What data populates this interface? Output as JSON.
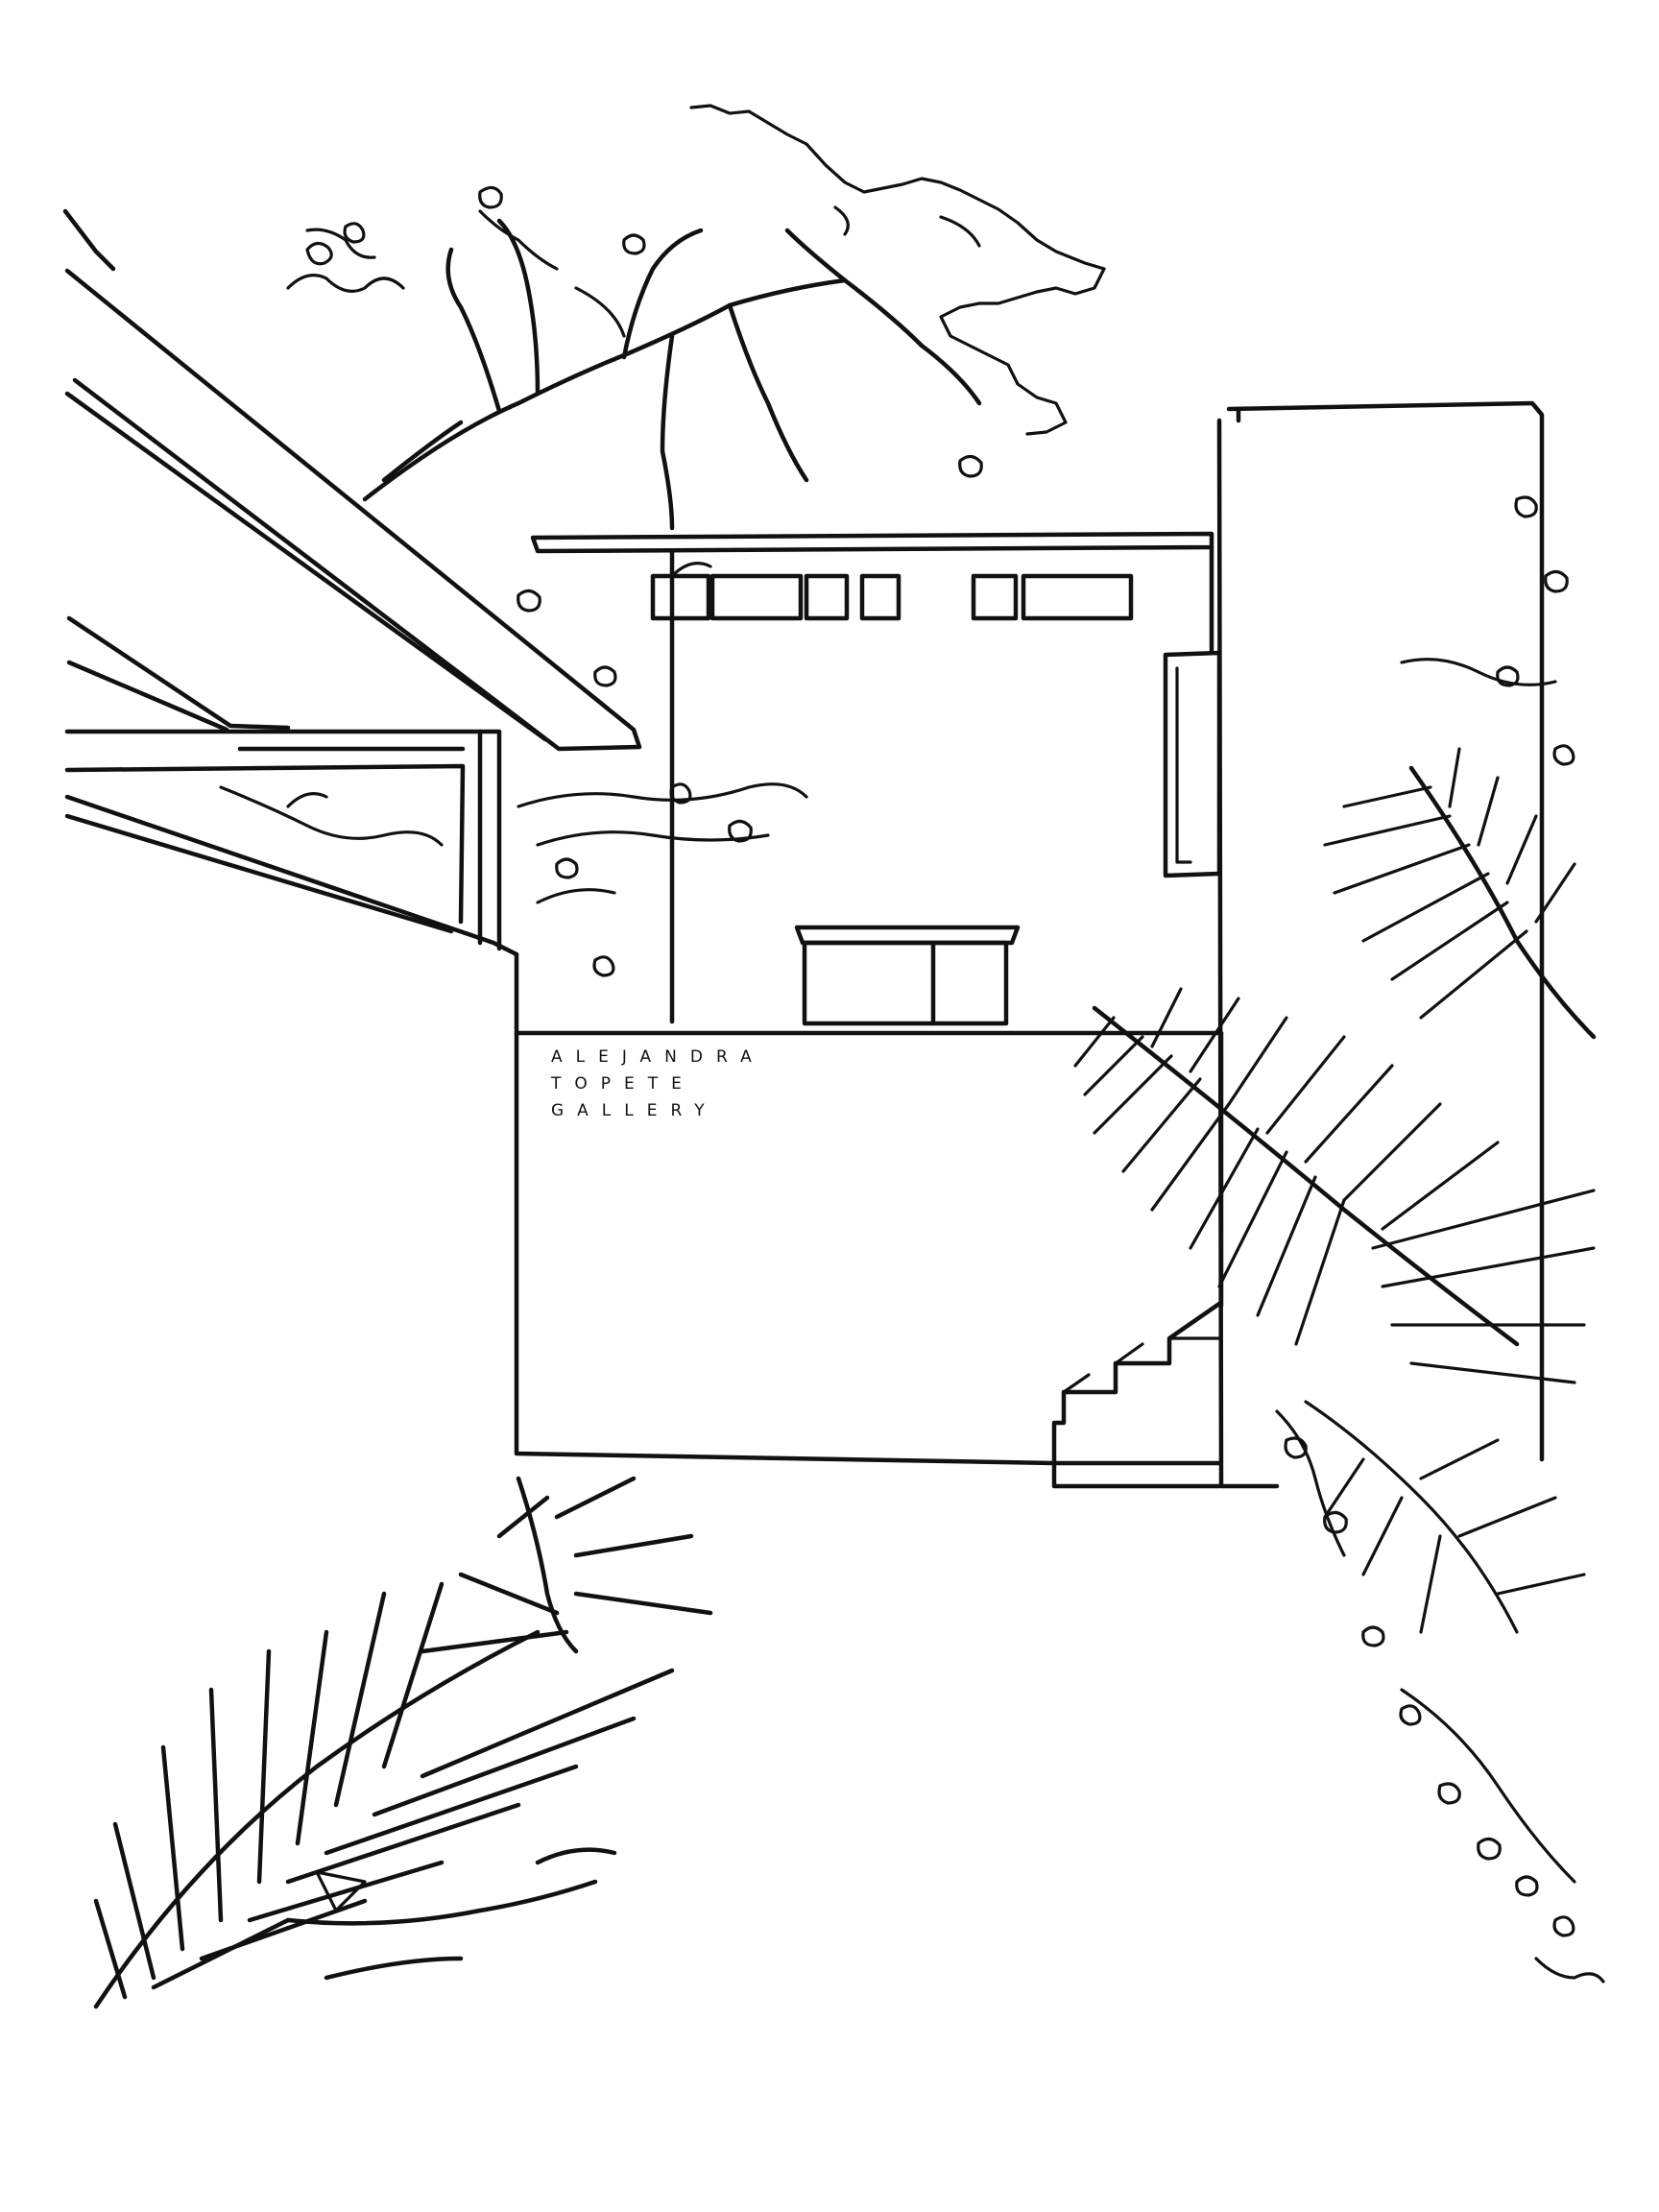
{
  "sign": {
    "line1": "ALEJANDRA",
    "line2": "TOPETE",
    "line3": "GALLERY"
  },
  "colors": {
    "background": "#ffffff",
    "ink": "#111111"
  }
}
